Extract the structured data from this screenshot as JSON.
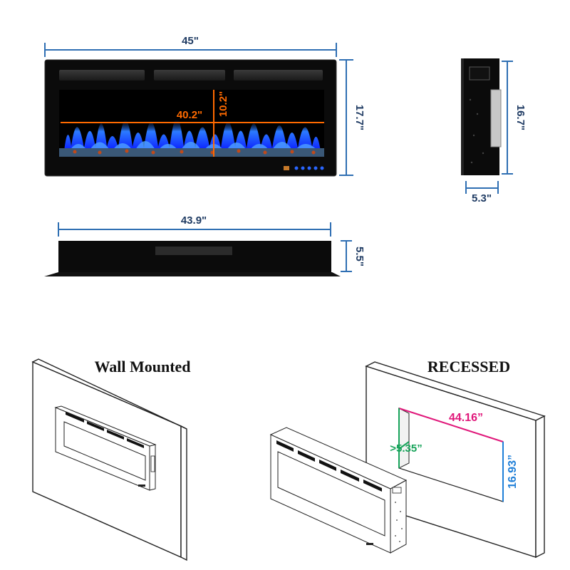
{
  "colors": {
    "dimension_line": "#2f6fb3",
    "dimension_text": "#1f3b63",
    "inner_dim": "#ff6a00",
    "recess_width": "#e0177a",
    "recess_depth": "#17a35a",
    "recess_height": "#1f7fd8",
    "unit_body": "#0b0b0b"
  },
  "front_view": {
    "width_label": "45\"",
    "height_label": "17.7\"",
    "flame_width_label": "40.2\"",
    "flame_height_label": "10.2\""
  },
  "side_view": {
    "height_label": "16.7\"",
    "depth_label": "5.3\""
  },
  "top_view": {
    "width_label": "43.9\"",
    "depth_label": "5.5\""
  },
  "wall_mounted": {
    "title": "Wall Mounted"
  },
  "recessed": {
    "title": "RECESSED",
    "width_label": "44.16”",
    "depth_label": ">5.35”",
    "height_label": "16.93”"
  }
}
